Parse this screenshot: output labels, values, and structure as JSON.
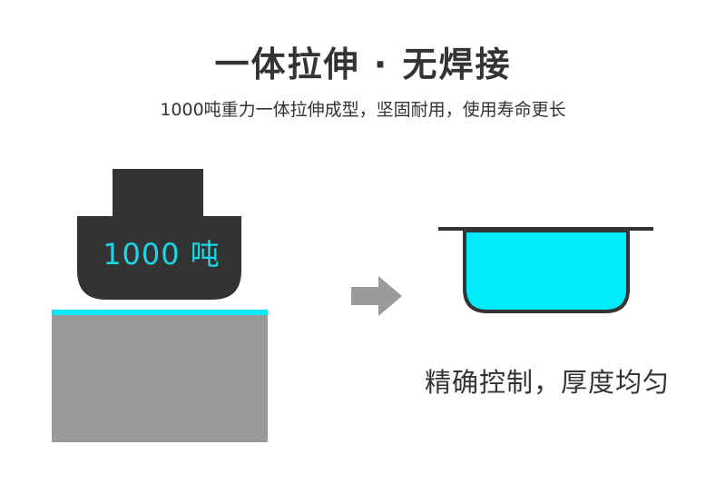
{
  "title": "一体拉伸 · 无焊接",
  "subtitle": "1000吨重力一体拉伸成型，坚固耐用，使用寿命更长",
  "press": {
    "label": "1000 吨"
  },
  "caption": "精确控制，厚度均匀",
  "colors": {
    "press": "#333333",
    "accent_cyan": "#00ecfb",
    "base_gray": "#999999",
    "arrow_gray": "#9a9a9a",
    "text": "#333333"
  },
  "icons": {
    "press": "press-block",
    "arrow": "right-arrow-icon",
    "basin": "sink-basin-icon"
  }
}
